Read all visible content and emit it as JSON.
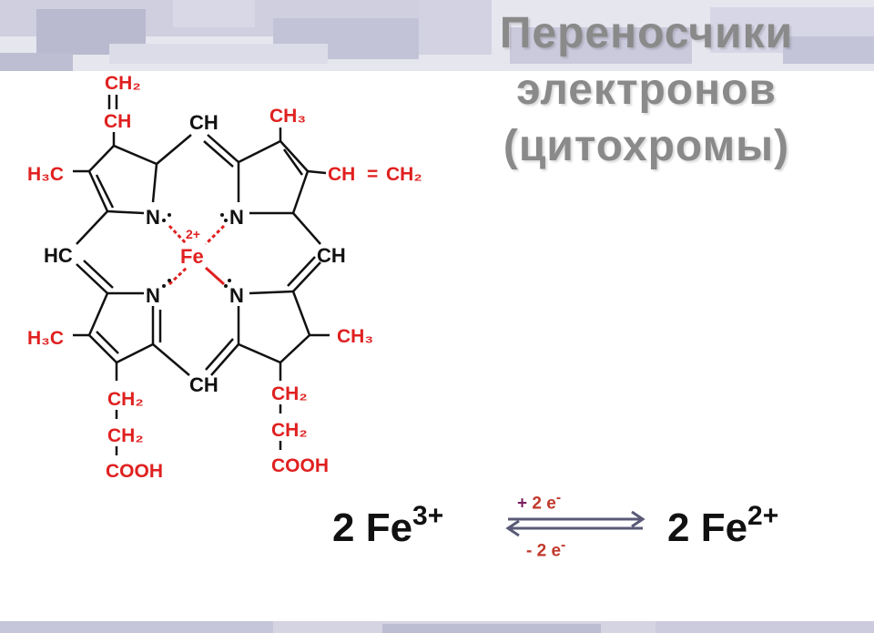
{
  "title": {
    "line1": "Переносчики",
    "line2": "электронов",
    "line3": "(цитохромы)"
  },
  "molecule": {
    "metal": "Fe",
    "charge": "2+",
    "nitrogen": "N",
    "bridges": [
      "CH",
      "HC",
      "CH",
      "CH"
    ],
    "substituents": {
      "vinyl_top_1": "CH₂",
      "vinyl_top_2": "CH",
      "methyl_left_top": "H₃C",
      "methyl_right_top": "CH₃",
      "vinyl_right": "CH",
      "vinyl_right_eq": "=",
      "vinyl_right_2": "CH₂",
      "methyl_left_bottom": "H₃C",
      "methyl_right_bottom": "CH₃",
      "chain_left_1": "CH₂",
      "chain_left_2": "CH₂",
      "chain_left_3": "COOH",
      "chain_right_1": "CH₂",
      "chain_right_2": "CH₂",
      "chain_right_3": "COOH"
    }
  },
  "equation": {
    "left_prefix": "2 Fe",
    "left_charge": "3+",
    "right_prefix": "2 Fe",
    "right_charge": "2+",
    "forward_label_sign": "+",
    "forward_label": " 2 e",
    "forward_label_sup": "-",
    "reverse_label": "- 2 e",
    "reverse_label_sup": "-"
  },
  "colors": {
    "title": "#8a8a8a",
    "substituents": "#e02020",
    "bonds": "#111111",
    "banner": "#c9c9dd",
    "arrow": "#5a5a78"
  }
}
